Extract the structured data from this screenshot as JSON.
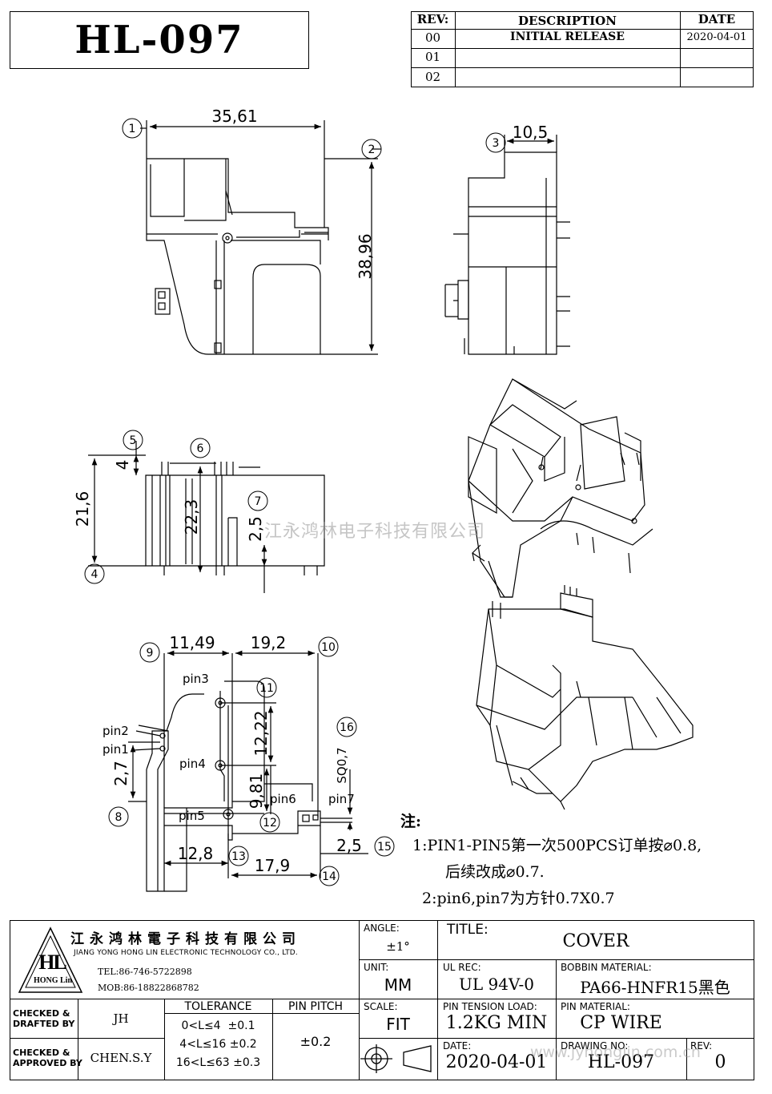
{
  "header": {
    "part_number": "HL-097",
    "rev_table": {
      "col_rev": "REV:",
      "col_desc": "DESCRIPTION",
      "col_date": "DATE",
      "rows": [
        {
          "rev": "00",
          "desc": "INITIAL  RELEASE",
          "date": "2020-04-01"
        },
        {
          "rev": "01",
          "desc": "",
          "date": ""
        },
        {
          "rev": "02",
          "desc": "",
          "date": ""
        }
      ]
    }
  },
  "drawing": {
    "dims": {
      "d1": "35,61",
      "d2": "38,96",
      "d3": "10,5",
      "d4": "21,6",
      "d5": "4",
      "d6": "22,3",
      "d7": "2,5",
      "d9": "11,49",
      "d10": "19,2",
      "d11": "12,22",
      "d12": "9,81",
      "d13": "12,8",
      "d14": "17,9",
      "d15": "2,5",
      "d16": "SQ0,7",
      "d8": "2,7"
    },
    "callouts": [
      "1",
      "2",
      "3",
      "4",
      "5",
      "6",
      "7",
      "8",
      "9",
      "10",
      "11",
      "12",
      "13",
      "14",
      "15",
      "16"
    ],
    "pins": {
      "pin1": "pin1",
      "pin2": "pin2",
      "pin3": "pin3",
      "pin4": "pin4",
      "pin5": "pin5",
      "pin6": "pin6",
      "pin7": "pin7"
    },
    "watermark": "江永鸿林电子科技有限公司",
    "notes": {
      "title": "注:",
      "line1": "1:PIN1-PIN5第一次500PCS订单按⌀0.8,",
      "line2": "后续改成⌀0.7.",
      "line3": "2:pin6,pin7为方针0.7X0.7"
    }
  },
  "title_block": {
    "company_cn": "江永鸿林電子科技有限公司",
    "company_en": "JIANG YONG HONG LIN ELECTRONIC TECHNOLOGY CO., LTD.",
    "logo_text": "HL",
    "logo_sub": "HONG Lin",
    "tel": "TEL:86-746-5722898",
    "mob": "MOB:86-18822868782",
    "angle_label": "ANGLE:",
    "angle_value": "±1°",
    "title_label": "TITLE:",
    "title_value": "COVER",
    "unit_label": "UNIT:",
    "unit_value": "MM",
    "ul_label": "UL REC:",
    "ul_value": "UL 94V-0",
    "bobbin_label": "BOBBIN MATERIAL:",
    "bobbin_value": "PA66-HNFR15黑色",
    "scale_label": "SCALE:",
    "scale_value": "FIT",
    "pin_tension_label": "PIN TENSION LOAD:",
    "pin_tension_value": "1.2KG MIN",
    "pin_material_label": "PIN MATERIAL:",
    "pin_material_value": "CP WIRE",
    "date_label": "DATE:",
    "date_value": "2020-04-01",
    "drawing_no_label": "DRAWING NO:",
    "drawing_no_value": "HL-097",
    "rev_label": "REV:",
    "rev_value": "0",
    "checked_drafted_label1": "CHECKED &",
    "checked_drafted_label2": "DRAFTED BY",
    "checked_drafted_value": "JH",
    "checked_approved_label1": "CHECKED &",
    "checked_approved_label2": "APPROVED BY",
    "checked_approved_value": "CHEN.S.Y",
    "tolerance_label": "TOLERANCE",
    "tolerance_rows": [
      "0<L≤4  ±0.1",
      "4<L≤16 ±0.2",
      "16<L≤63 ±0.3"
    ],
    "pin_pitch_label": "PIN PITCH",
    "pin_pitch_value": "±0.2",
    "website": "www.jyhonglin.com.cn"
  }
}
